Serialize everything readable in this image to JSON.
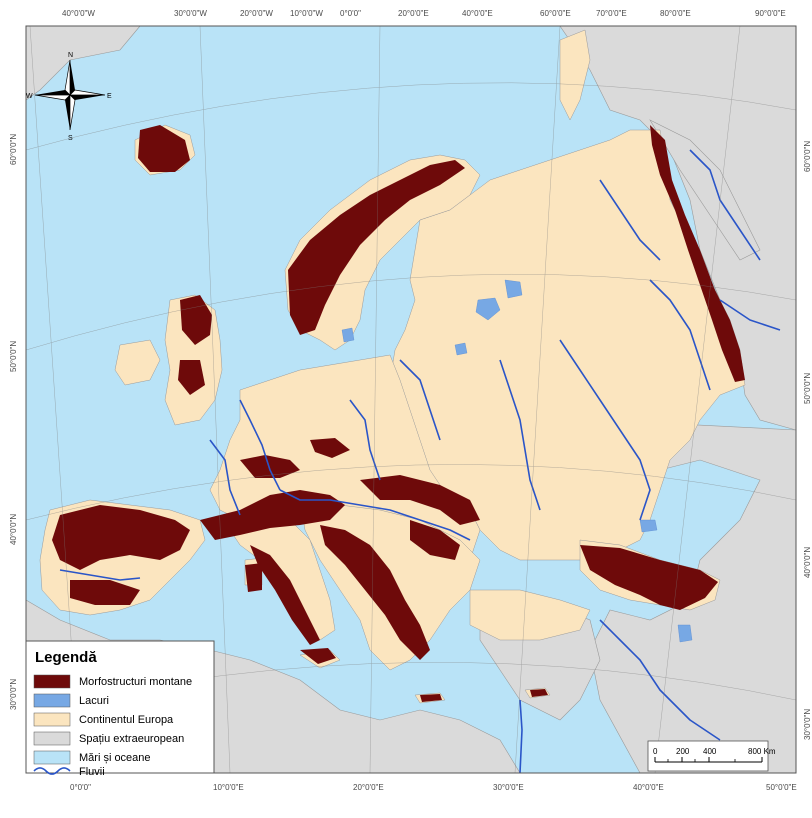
{
  "map": {
    "top_labels": [
      "40°0'0\"W",
      "30°0'0\"W",
      "20°0'0\"W",
      "10°0'0\"W",
      "0°0'0\"",
      "20°0'0\"E",
      "40°0'0\"E",
      "60°0'0\"E",
      "70°0'0\"E",
      "80°0'0\"E",
      "90°0'0\"E"
    ],
    "bottom_labels": [
      "0°0'0\"",
      "10°0'0\"E",
      "20°0'0\"E",
      "30°0'0\"E",
      "40°0'0\"E",
      "50°0'0\"E"
    ],
    "left_labels": [
      "60°0'0\"N",
      "50°0'0\"N",
      "40°0'0\"N",
      "30°0'0\"N"
    ],
    "right_labels": [
      "60°0'0\"N",
      "50°0'0\"N",
      "40°0'0\"N",
      "30°0'0\"N"
    ],
    "compass": {
      "n": "N",
      "s": "S",
      "e": "E",
      "w": "W"
    },
    "colors": {
      "sea": "#b9e3f7",
      "continent": "#fbe5bf",
      "extra": "#dadada",
      "mountain": "#6e0a0a",
      "lake": "#77a8e4",
      "river": "#2a55c8"
    }
  },
  "legend": {
    "title": "Legendă",
    "items": [
      {
        "label": "Morfostructuri montane",
        "color": "#6e0a0a"
      },
      {
        "label": "Lacuri",
        "color": "#77a8e4"
      },
      {
        "label": "Continentul Europa",
        "color": "#fbe5bf"
      },
      {
        "label": "Spațiu extraeuropean",
        "color": "#dadada"
      },
      {
        "label": "Mări și oceane",
        "color": "#b9e3f7"
      },
      {
        "label": "Fluvii",
        "symbol": "river"
      }
    ]
  },
  "scale": {
    "labels": [
      "0",
      "200",
      "400",
      "800 Km"
    ]
  }
}
